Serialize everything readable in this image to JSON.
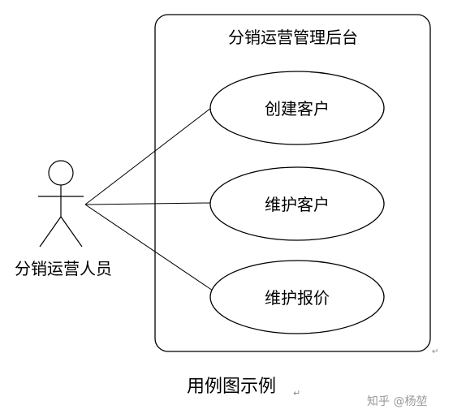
{
  "system": {
    "title": "分销运营管理后台"
  },
  "actor": {
    "name": "分销运营人员"
  },
  "use_cases": [
    {
      "label": "创建客户"
    },
    {
      "label": "维护客户"
    },
    {
      "label": "维护报价"
    }
  ],
  "caption": "用例图示例",
  "watermark": "知乎 @杨堃",
  "colors": {
    "stroke": "#000000",
    "watermark": "#9a9a9a"
  }
}
